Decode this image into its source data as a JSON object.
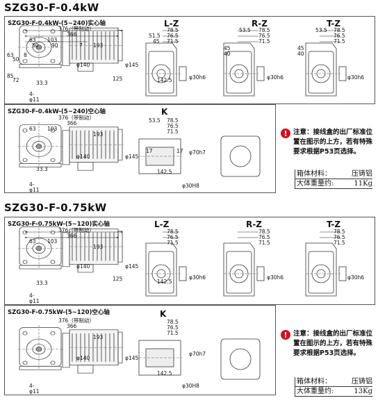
{
  "sections": [
    {
      "title": "SZG30-F-0.4kW",
      "solid_label": "SZG30-F-0.4kW-(5~240)实心轴",
      "hollow_label": "SZG30-F-0.4kW-(5~240)空心轴",
      "spec_material_label": "箱体材料：",
      "spec_material_value": "压铸铝",
      "spec_weight_label": "大体重量约:",
      "spec_weight_value": "11Kg"
    },
    {
      "title": "SZG30-F-0.75kW",
      "solid_label": "SZG30-F-0.75kW-(5~120)实心轴",
      "hollow_label": "SZG30-F-0.75kW-(5~120)空心轴",
      "spec_material_label": "箱体材料：",
      "spec_material_value": "压铸铝",
      "spec_weight_label": "大体重量约:",
      "spec_weight_value": "13Kg"
    }
  ],
  "views": {
    "lz": "L-Z",
    "rz": "R-Z",
    "tz": "T-Z",
    "k": "K"
  },
  "note": {
    "text": "注意：接线盒的出厂标准位置在图示的上方，若有特殊要求根据P53页选择。"
  },
  "dims": {
    "overall": "376（带制动）",
    "body": "366",
    "d63": "63",
    "d50": "50",
    "d103": "103",
    "d90": "90",
    "d7": "7",
    "d193": "193",
    "v63": "63",
    "v50": "50",
    "v8": "8",
    "v85": "85",
    "v72": "72",
    "v33": "33.3",
    "holes": "4-φ11",
    "p140": "φ140",
    "p145": "φ145",
    "v125": "125",
    "s785": "78.5",
    "s765": "76.5",
    "s715": "71.5",
    "s535": "53.5",
    "s515": "51.5",
    "s45": "45",
    "s40": "40",
    "s1425": "142.5",
    "shaft": "φ30h6",
    "hollow_shaft": "φ30H8",
    "hollow_bore": "φ70h7",
    "d17": "17"
  }
}
